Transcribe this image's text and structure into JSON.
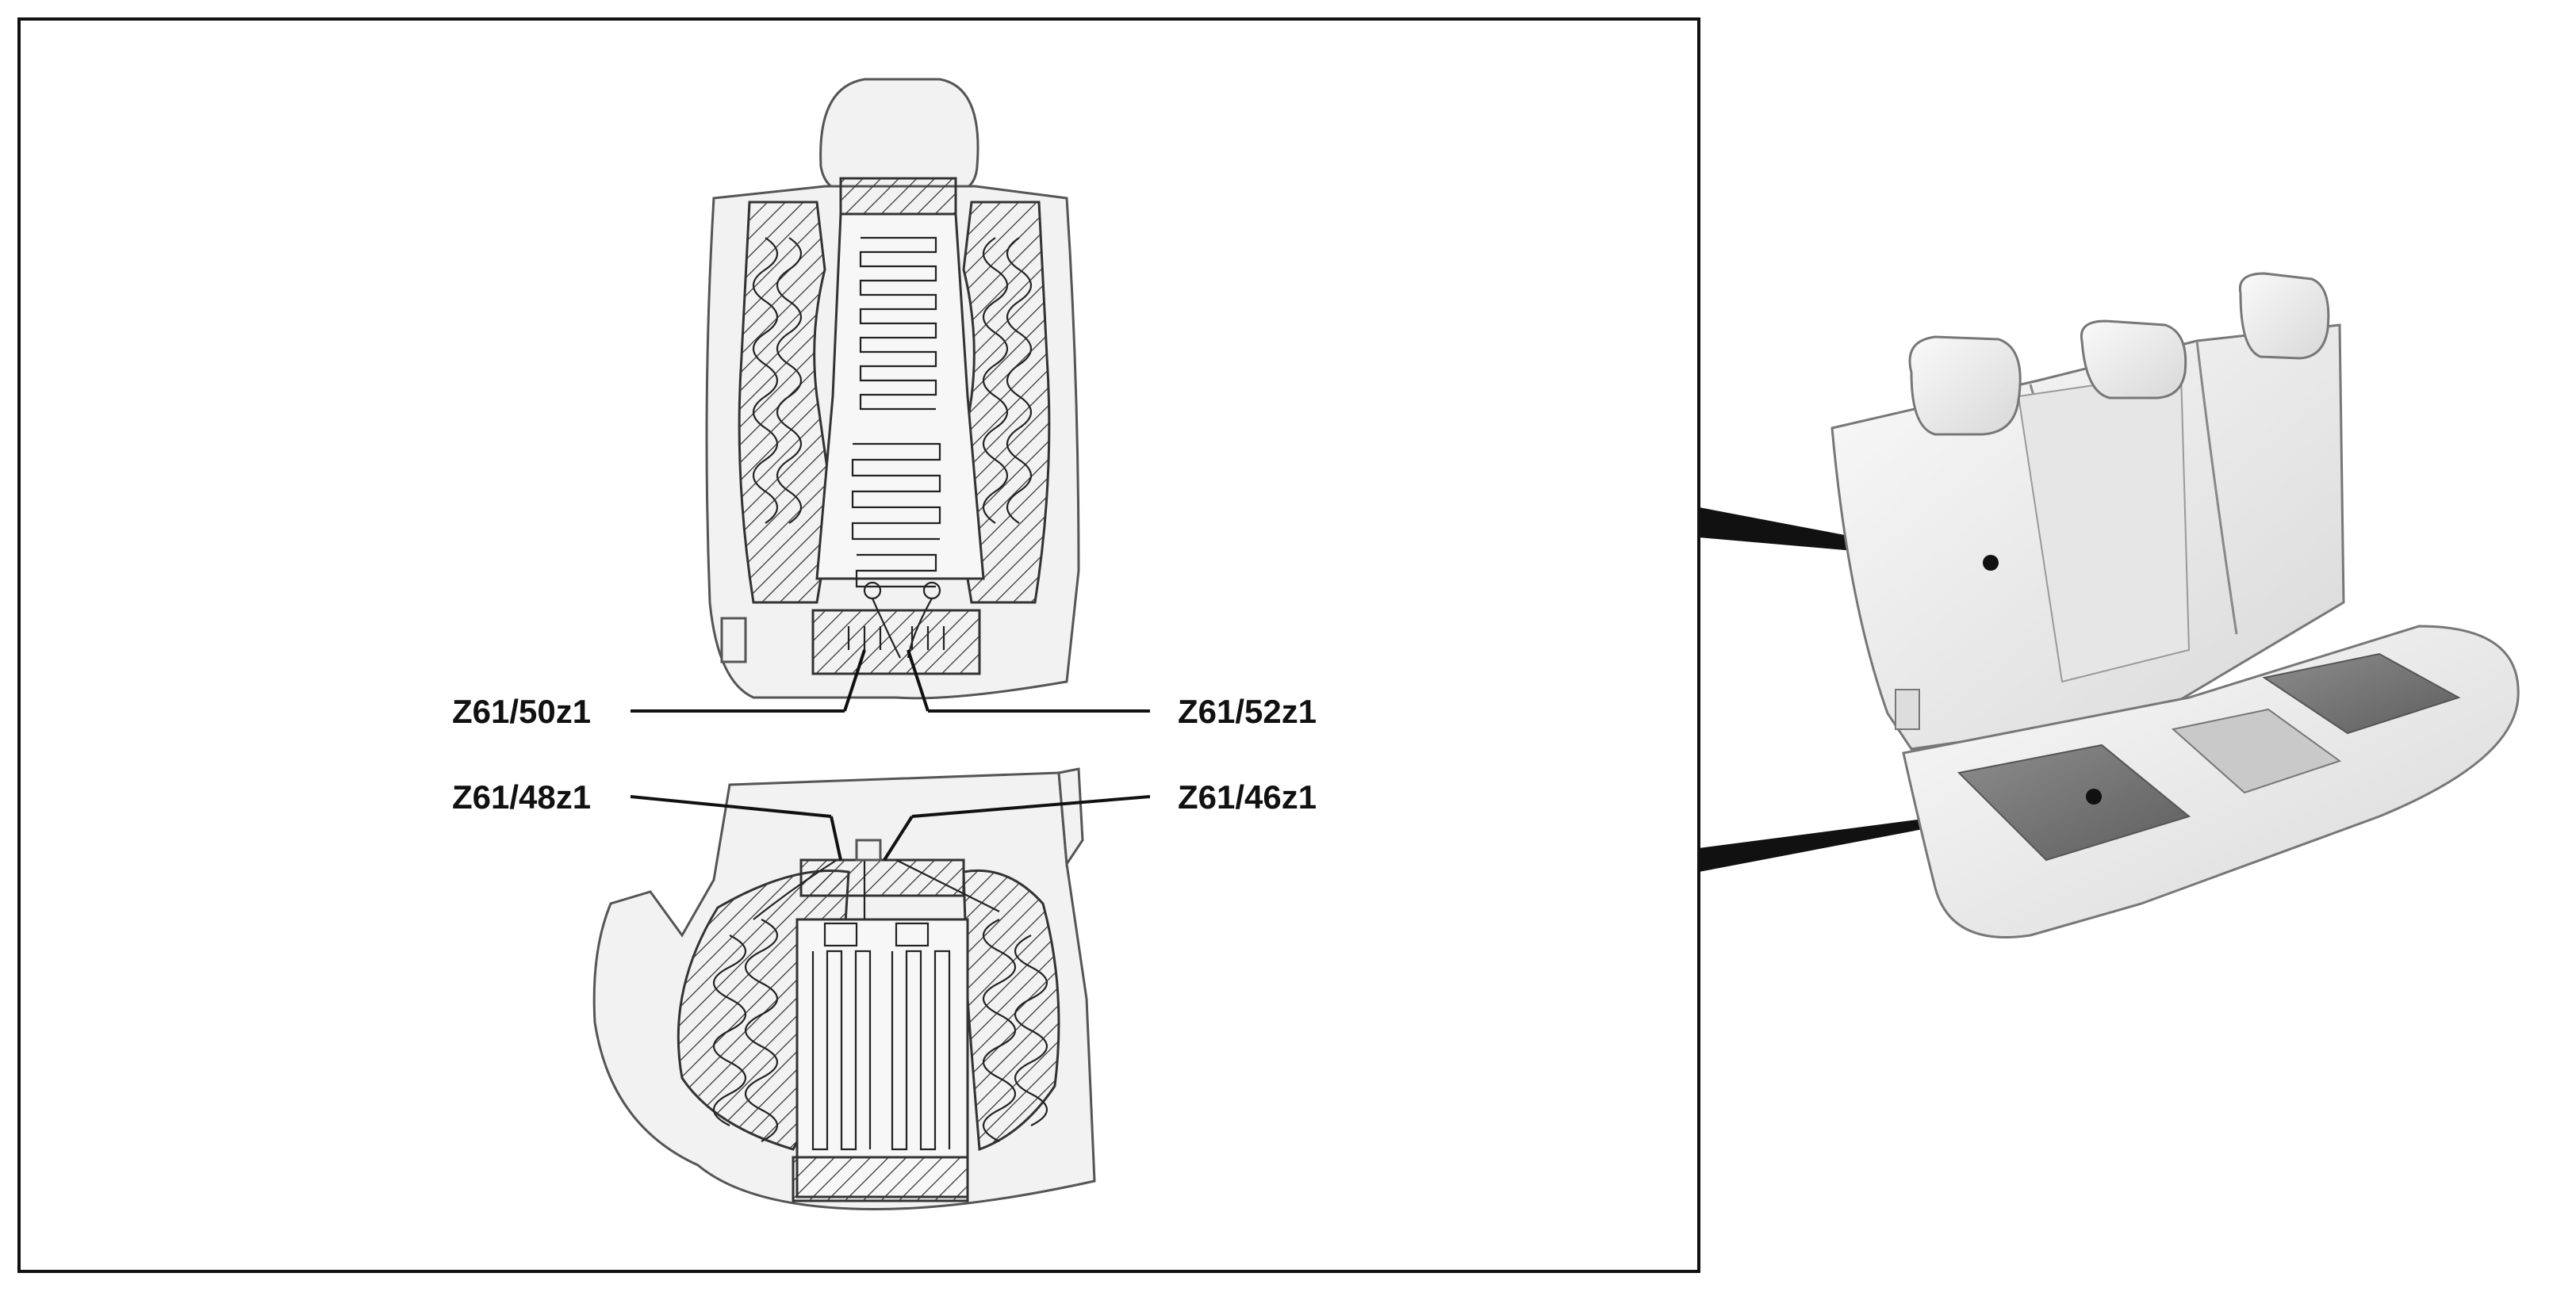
{
  "labels": {
    "z61_50z1": "Z61/50z1",
    "z61_52z1": "Z61/52z1",
    "z61_48z1": "Z61/48z1",
    "z61_46z1": "Z61/46z1"
  },
  "colors": {
    "line": "#111111",
    "seat_fill": "#f2f2f2",
    "seat_shade": "#cfcfcf",
    "highlight": "#7a7a7a"
  },
  "icons": {
    "backrest": "seat-backrest-heating-element",
    "cushion": "seat-cushion-heating-element",
    "overview": "rear-bench-seat"
  }
}
